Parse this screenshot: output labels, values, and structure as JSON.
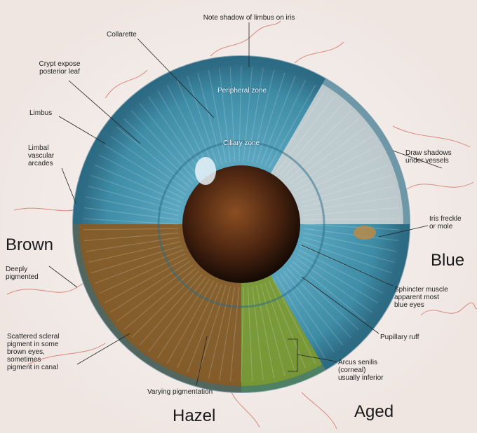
{
  "labels": {
    "limbus_shadow": "Note shadow of limbus on iris",
    "collarette": "Collarette",
    "crypt": "Crypt expose\nposterior leaf",
    "peripheral": "Peripheral zone",
    "limbus": "Limbus",
    "ciliary": "Ciliary zone",
    "limbal_arcades": "Limbal\nvascular\narcades",
    "draw_shadows": "Draw shadows\nunder vessels",
    "freckle": "Iris freckle\nor mole",
    "deeply": "Deeply\npigmented",
    "sphincter": "Sphincter muscle\napparent most\nblue eyes",
    "ruff": "Pupillary ruff",
    "scattered": "Scattered scleral\npigment in some\nbrown eyes,\nsometimes\npigment in canal",
    "arcus": "Arcus senilis\n(corneal)\nusually inferior",
    "varying": "Varying pigmentation"
  },
  "categories": {
    "brown": "Brown",
    "blue": "Blue",
    "hazel": "Hazel",
    "aged": "Aged"
  },
  "colors": {
    "sclera": "#f4f1ee",
    "vessel": "#c43a2c",
    "blue_iris": "#3f8faa",
    "limbal_ring": "#2d6f88",
    "brown_iris": "#8a5a22",
    "hazel_iris": "#7e9a30",
    "aged_iris": "#c9d0d2",
    "pupil": "#5a2c10"
  }
}
